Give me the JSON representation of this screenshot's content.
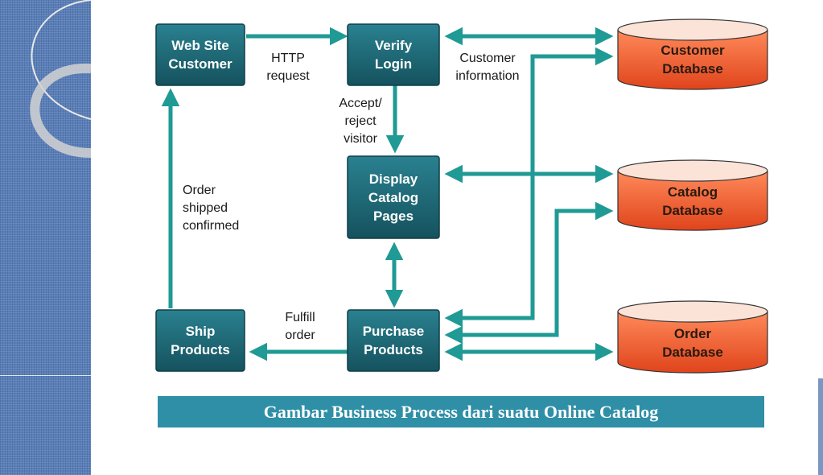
{
  "nodes": {
    "website_customer": [
      "Web Site",
      "Customer"
    ],
    "verify_login": [
      "Verify",
      "Login"
    ],
    "display_catalog": [
      "Display",
      "Catalog",
      "Pages"
    ],
    "purchase_products": [
      "Purchase",
      "Products"
    ],
    "ship_products": [
      "Ship",
      "Products"
    ]
  },
  "databases": {
    "customer": [
      "Customer",
      "Database"
    ],
    "catalog": [
      "Catalog",
      "Database"
    ],
    "order": [
      "Order",
      "Database"
    ]
  },
  "edge_labels": {
    "http_request": [
      "HTTP",
      "request"
    ],
    "customer_information": [
      "Customer",
      "information"
    ],
    "accept_reject": [
      "Accept/",
      "reject",
      "visitor"
    ],
    "order_shipped": [
      "Order",
      "shipped",
      "confirmed"
    ],
    "fulfill_order": [
      "Fulfill",
      "order"
    ]
  },
  "caption": "Gambar Business Process dari suatu Online Catalog",
  "colors": {
    "box": "#1e6a78",
    "arrow": "#1f9a94",
    "database": "#f2572c",
    "caption_bg": "#2f8fa6"
  }
}
